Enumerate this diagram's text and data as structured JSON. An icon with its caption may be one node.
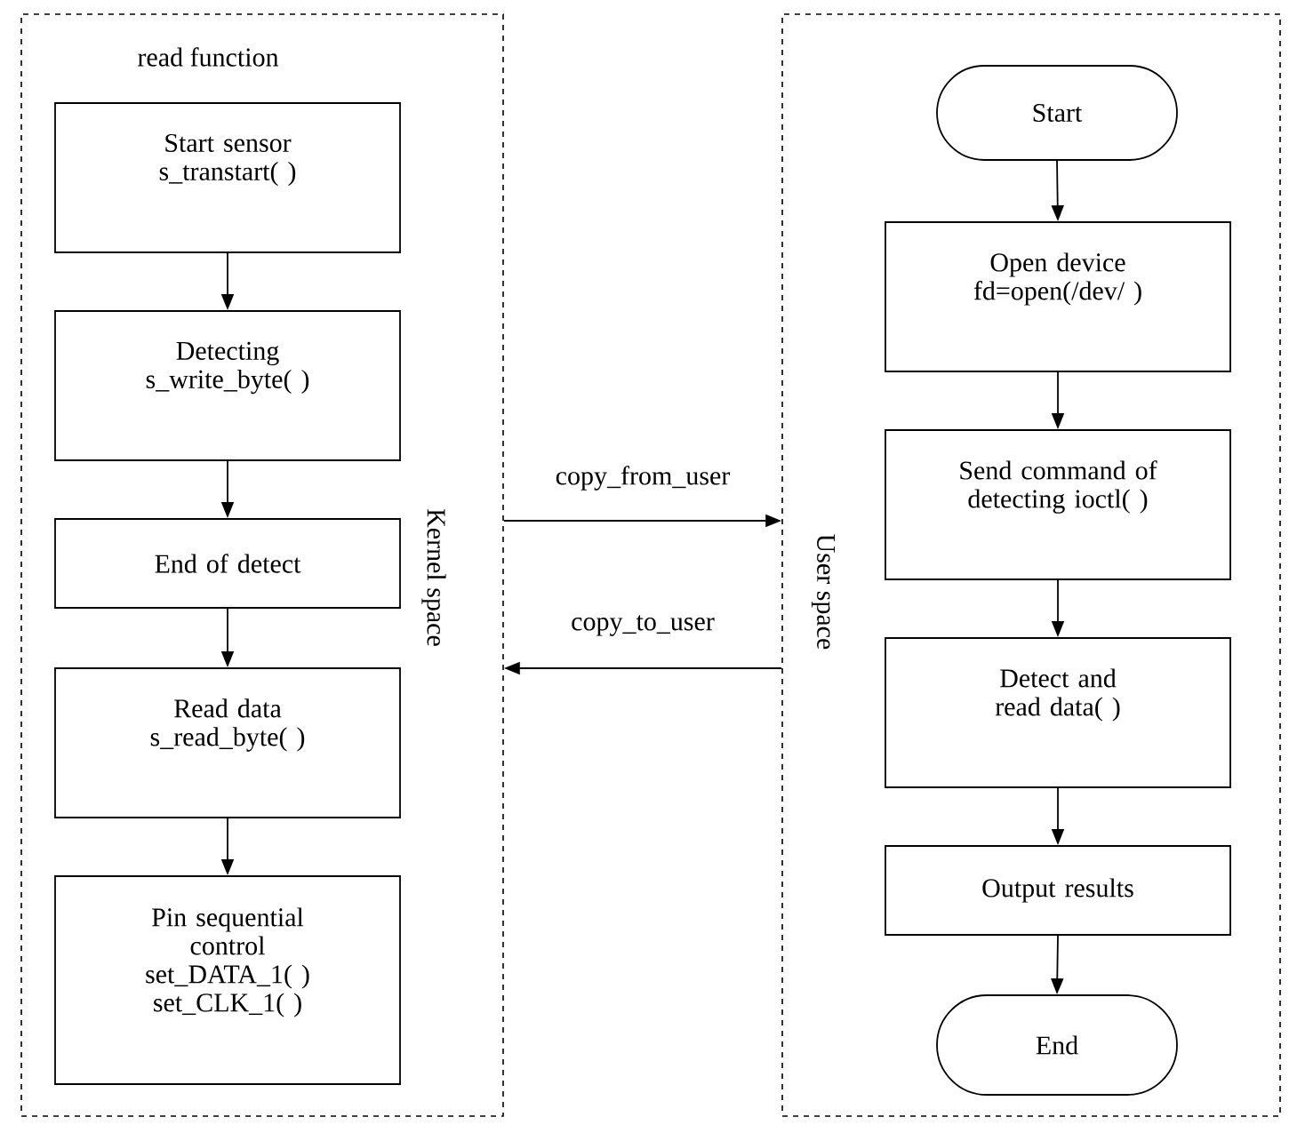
{
  "diagram": {
    "nodes": [
      {
        "text": [
          "read function",
          "Kernel space"
        ]
      },
      {
        "text": [
          "Start sensor s_transtart( )"
        ],
        "in": 0
      },
      {
        "text": [
          "Detecting s_write_byte( )"
        ],
        "in": 0
      },
      {
        "text": [
          "End of detect"
        ],
        "in": 0
      },
      {
        "text": [
          "Read data s_read_byte( )"
        ],
        "in": 0
      },
      {
        "text": [
          "Pin sequential control set_DATA_1( ) set_CLK_1( )"
        ],
        "in": 0
      },
      {
        "text": [
          "User space"
        ]
      },
      {
        "text": [
          "Start"
        ],
        "in": 6
      },
      {
        "text": [
          "Open device fd=open(/dev/ )"
        ],
        "in": 6
      },
      {
        "text": [
          "Send command of detecting ioctl( )"
        ],
        "in": 6
      },
      {
        "text": [
          "Detect and read data( )"
        ],
        "in": 6
      },
      {
        "text": [
          "Output results"
        ],
        "in": 6
      },
      {
        "text": [
          "End"
        ],
        "in": 6
      }
    ],
    "edges": [
      {
        "from": 1,
        "to": 2,
        "arrow": "to"
      },
      {
        "from": 2,
        "to": 3,
        "arrow": "to"
      },
      {
        "from": 3,
        "to": 4,
        "arrow": "to"
      },
      {
        "from": 4,
        "to": 5,
        "arrow": "to"
      },
      {
        "from": 0,
        "to": 6,
        "arrow": "to",
        "label": "copy_from_user"
      },
      {
        "from": 6,
        "to": 0,
        "arrow": "to",
        "label": "copy_to_user"
      },
      {
        "from": 7,
        "to": 8,
        "arrow": "to"
      },
      {
        "from": 8,
        "to": 9,
        "arrow": "to"
      },
      {
        "from": 9,
        "to": 10,
        "arrow": "to"
      },
      {
        "from": 10,
        "to": 11,
        "arrow": "to"
      },
      {
        "from": 11,
        "to": 12,
        "arrow": "to"
      }
    ]
  }
}
